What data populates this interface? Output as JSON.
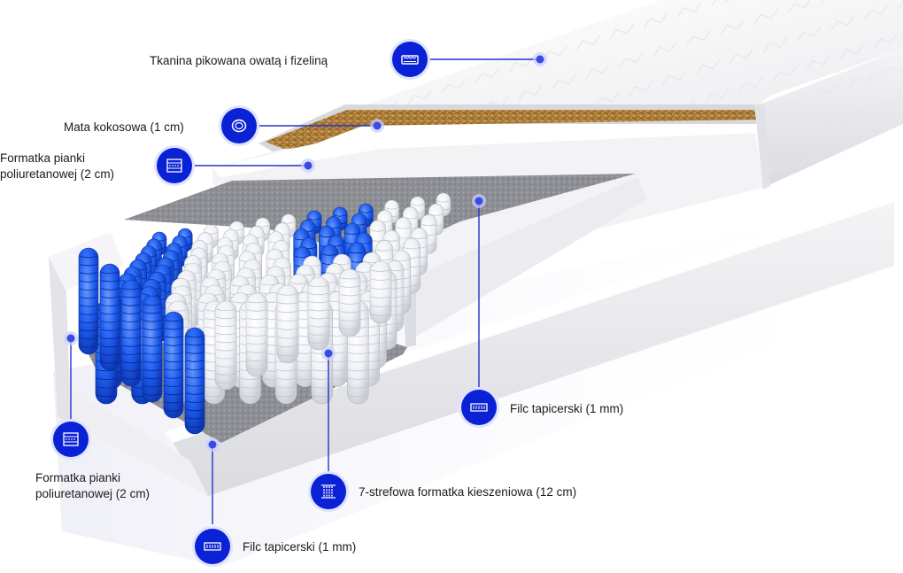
{
  "callouts": [
    {
      "id": "quilted-fabric",
      "label": "Tkanina pikowana owatą i fizeliną",
      "icon": "quilted-fabric-icon"
    },
    {
      "id": "coconut-mat",
      "label": "Mata kokosowa (1 cm)",
      "icon": "coconut-icon"
    },
    {
      "id": "foam-top",
      "label_lines": [
        "Formatka pianki",
        "poliuretanowej (2 cm)"
      ],
      "icon": "foam-layer-icon"
    },
    {
      "id": "felt-right",
      "label": "Filc tapicerski (1 mm)",
      "icon": "felt-icon"
    },
    {
      "id": "pocket-springs",
      "label": "7-strefowa formatka kieszeniowa (12 cm)",
      "icon": "pocket-spring-icon"
    },
    {
      "id": "foam-side",
      "label_lines": [
        "Formatka pianki",
        "poliuretanowej (2 cm)"
      ],
      "icon": "foam-layer-icon"
    },
    {
      "id": "felt-bottom",
      "label": "Filc tapicerski (1 mm)",
      "icon": "felt-icon"
    }
  ],
  "colors": {
    "accent": "#0a21d6",
    "line": "#2333c9",
    "spring_blue": "#1f5ef0",
    "spring_white": "#f3f4f7",
    "coconut": "#a9782f",
    "felt": "#8f9096",
    "cover": "#fafafa"
  }
}
